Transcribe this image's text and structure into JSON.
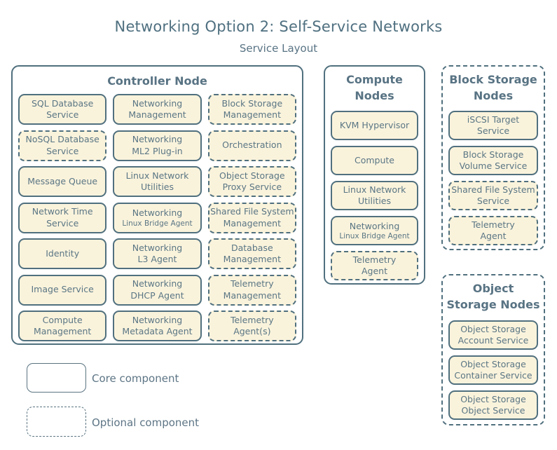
{
  "title": "Networking Option 2: Self-Service Networks",
  "subtitle": "Service Layout",
  "colors": {
    "background": "#ffffff",
    "outline": "#50707e",
    "service_fill": "#faf3dc",
    "text": "#5a7684"
  },
  "nodes": {
    "controller": {
      "label": "Controller Node",
      "type": "core",
      "services": [
        {
          "label": "SQL Database\nService",
          "type": "core"
        },
        {
          "label": "Networking\nManagement",
          "type": "core"
        },
        {
          "label": "Block Storage\nManagement",
          "type": "optional"
        },
        {
          "label": "NoSQL Database\nService",
          "type": "optional"
        },
        {
          "label": "Networking\nML2 Plug-in",
          "type": "core"
        },
        {
          "label": "Orchestration",
          "type": "optional"
        },
        {
          "label": "Message Queue",
          "type": "core"
        },
        {
          "label": "Linux Network\nUtilities",
          "type": "core"
        },
        {
          "label": "Object Storage\nProxy Service",
          "type": "optional"
        },
        {
          "label": "Network Time\nService",
          "type": "core"
        },
        {
          "label": "Networking",
          "sublabel": "Linux Bridge Agent",
          "type": "core"
        },
        {
          "label": "Shared File System\nManagement",
          "type": "optional"
        },
        {
          "label": "Identity",
          "type": "core"
        },
        {
          "label": "Networking\nL3 Agent",
          "type": "core"
        },
        {
          "label": "Database\nManagement",
          "type": "optional"
        },
        {
          "label": "Image Service",
          "type": "core"
        },
        {
          "label": "Networking\nDHCP Agent",
          "type": "core"
        },
        {
          "label": "Telemetry\nManagement",
          "type": "optional"
        },
        {
          "label": "Compute\nManagement",
          "type": "core"
        },
        {
          "label": "Networking\nMetadata Agent",
          "type": "core"
        },
        {
          "label": "Telemetry\nAgent(s)",
          "type": "optional"
        }
      ]
    },
    "compute": {
      "label": "Compute\nNodes",
      "type": "core",
      "services": [
        {
          "label": "KVM Hypervisor",
          "type": "core"
        },
        {
          "label": "Compute",
          "type": "core"
        },
        {
          "label": "Linux Network\nUtilities",
          "type": "core"
        },
        {
          "label": "Networking",
          "sublabel": "Linux Bridge Agent",
          "type": "core"
        },
        {
          "label": "Telemetry\nAgent",
          "type": "optional"
        }
      ]
    },
    "block_storage": {
      "label": "Block Storage\nNodes",
      "type": "optional",
      "services": [
        {
          "label": "iSCSI Target\nService",
          "type": "core"
        },
        {
          "label": "Block Storage\nVolume Service",
          "type": "core"
        },
        {
          "label": "Shared File System\nService",
          "type": "optional"
        },
        {
          "label": "Telemetry\nAgent",
          "type": "optional"
        }
      ]
    },
    "object_storage": {
      "label": "Object\nStorage Nodes",
      "type": "optional",
      "services": [
        {
          "label": "Object Storage\nAccount Service",
          "type": "core"
        },
        {
          "label": "Object Storage\nContainer Service",
          "type": "core"
        },
        {
          "label": "Object Storage\nObject Service",
          "type": "core"
        }
      ]
    }
  },
  "legend": {
    "core_label": "Core component",
    "optional_label": "Optional component"
  }
}
